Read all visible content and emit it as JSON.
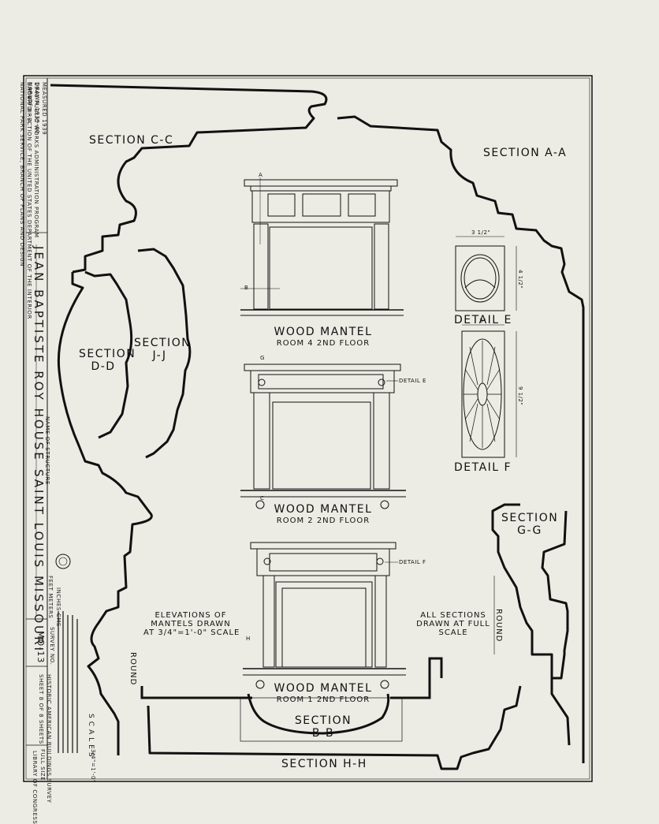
{
  "title_block": {
    "program_lines": [
      "MEASURED 1939",
      "DRAWN 1939-40",
      "NARLOF",
      "1940 PUBLIC WORKS ADMINISTRATION PROGRAM",
      "E.P. 4 9 8 - A",
      "UNDER DIRECTION OF THE UNITED STATES DEPARTMENT OF THE INTERIOR",
      "NATIONAL PARK SERVICE, BRANCH OF PLANS AND DESIGN"
    ],
    "structure_name": "JEAN BAPTISTE ROY HOUSE",
    "name_of_structure_label": "NAME OF STRUCTURE",
    "location": "SAINT LOUIS MISSOURI",
    "scales_label": "SCALES",
    "scale_units": [
      "FEET",
      "METERS",
      "INCHES",
      "CMS"
    ],
    "full_size": "FULL SIZE",
    "quarter_scale": "3/4\"=1'-0\"",
    "survey_no_label": "SURVEY NO.",
    "survey_no": "MO-13",
    "agency": "HISTORIC AMERICAN BUILDINGS SURVEY",
    "sheet": "SHEET 8 OF 8 SHEETS",
    "library": "LIBRARY OF CONGRESS"
  },
  "sections": {
    "c_c": "SECTION C-C",
    "a_a": "SECTION A-A",
    "d_d_1": "SECTION",
    "d_d_2": "D-D",
    "j_j_1": "SECTION",
    "j_j_2": "J-J",
    "g_g_1": "SECTION",
    "g_g_2": "G-G",
    "b_b_1": "SECTION",
    "b_b_2": "B-B",
    "h_h": "SECTION H-H"
  },
  "mantels": [
    {
      "title": "WOOD MANTEL",
      "room": "ROOM 4  2ND FLOOR"
    },
    {
      "title": "WOOD MANTEL",
      "room": "ROOM 2  2ND FLOOR"
    },
    {
      "title": "WOOD MANTEL",
      "room": "ROOM 1  2ND FLOOR"
    }
  ],
  "details": {
    "e": "DETAIL E",
    "f": "DETAIL F",
    "e_ref": "DETAIL E",
    "f_ref": "DETAIL F",
    "e_width": "3 1/2\"",
    "e_height": "4 1/2\"",
    "f_width": "3\"",
    "f_height": "9 1/2\""
  },
  "notes": {
    "elevations_1": "ELEVATIONS OF",
    "elevations_2": "MANTELS DRAWN",
    "elevations_3": "AT 3/4\"=1'-0\" SCALE",
    "sections_1": "ALL SECTIONS",
    "sections_2": "DRAWN AT FULL",
    "sections_3": "SCALE",
    "round_left": "ROUND",
    "round_right": "ROUND"
  },
  "section_marks": {
    "a": "A",
    "b": "B",
    "c": "C",
    "g": "G",
    "h": "H"
  }
}
